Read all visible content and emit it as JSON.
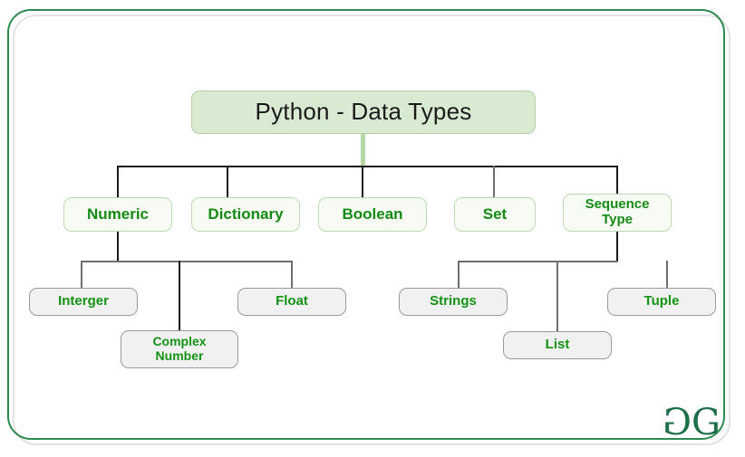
{
  "frame": {
    "border_color": "#2d8a4e",
    "shadow_color": "#e2e2e2"
  },
  "diagram": {
    "type": "tree",
    "title": "Python - Data Types",
    "root": {
      "label": "Python - Data Types",
      "fill": "#d9ead3",
      "text_color": "#1a1a1a"
    },
    "categories": [
      {
        "label": "Numeric",
        "fill": "#f7fbf4",
        "text_color": "#138a13"
      },
      {
        "label": "Dictionary",
        "fill": "#f7fbf4",
        "text_color": "#138a13"
      },
      {
        "label": "Boolean",
        "fill": "#f7fbf4",
        "text_color": "#138a13"
      },
      {
        "label": "Set",
        "fill": "#f7fbf4",
        "text_color": "#138a13"
      },
      {
        "label_line1": "Sequence",
        "label_line2": "Type",
        "fill": "#f7fbf4",
        "text_color": "#138a13"
      }
    ],
    "numeric_children": [
      {
        "label": "Interger"
      },
      {
        "label_line1": "Complex",
        "label_line2": "Number"
      },
      {
        "label": "Float"
      }
    ],
    "sequence_children": [
      {
        "label": "Strings"
      },
      {
        "label": "List"
      },
      {
        "label": "Tuple"
      }
    ],
    "leaf_fill": "#f1f1f1",
    "leaf_border": "#9a9a9a",
    "leaf_text_color": "#139213"
  },
  "logo": {
    "reversed_g": "G",
    "g": "G",
    "color": "#1d6e4a",
    "name": "geeksforgeeks-logo"
  }
}
